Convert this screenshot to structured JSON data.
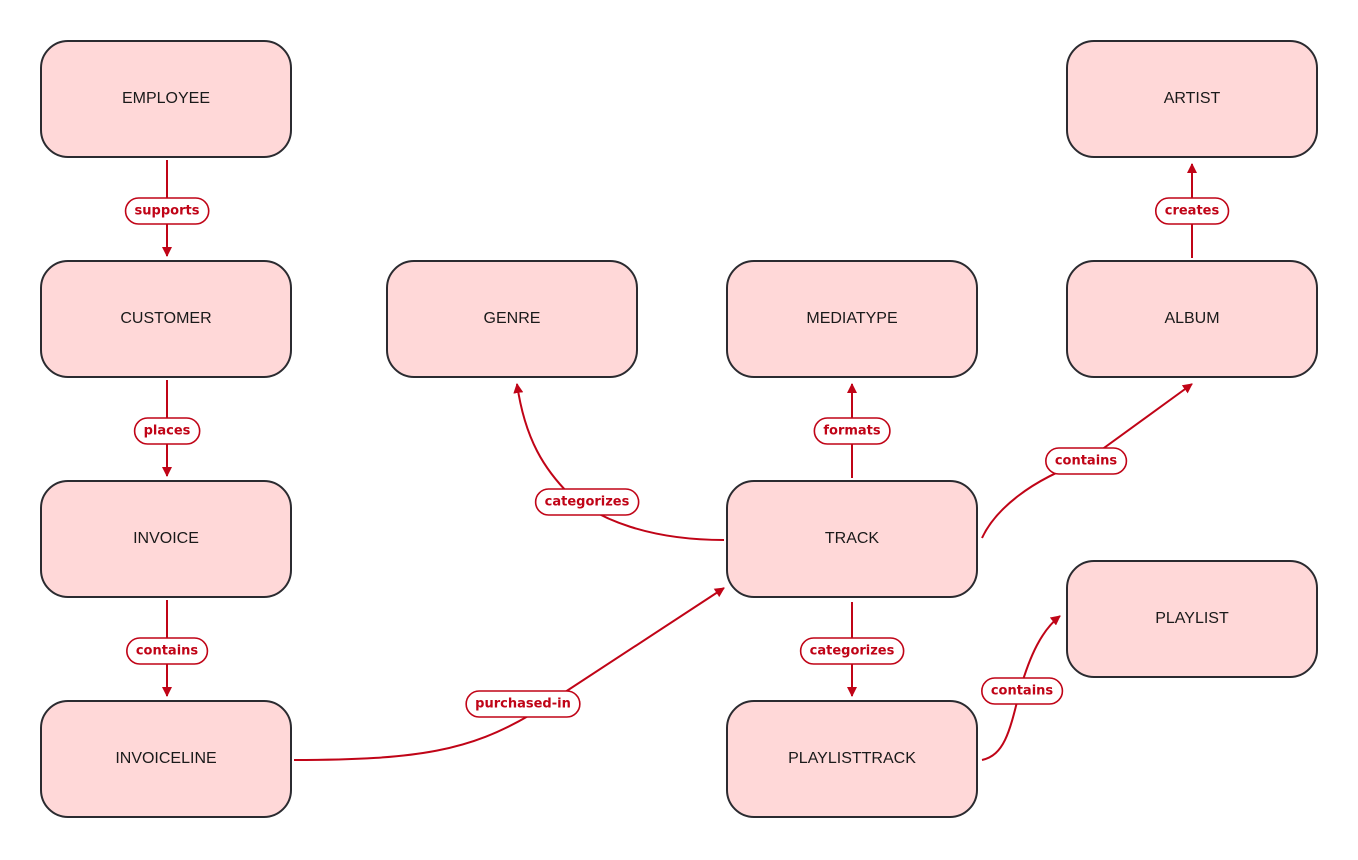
{
  "colors": {
    "node_fill": "#ffd8d8",
    "node_border": "#2b2b30",
    "edge": "#c00417",
    "label_text": "#c00417"
  },
  "nodes": {
    "employee": "EMPLOYEE",
    "customer": "CUSTOMER",
    "invoice": "INVOICE",
    "invoiceline": "INVOICELINE",
    "genre": "GENRE",
    "mediatype": "MEDIATYPE",
    "track": "TRACK",
    "playlisttrack": "PLAYLISTTRACK",
    "artist": "ARTIST",
    "album": "ALBUM",
    "playlist": "PLAYLIST"
  },
  "edges": [
    {
      "id": "employee-customer",
      "from": "employee",
      "to": "customer",
      "label": "supports"
    },
    {
      "id": "customer-invoice",
      "from": "customer",
      "to": "invoice",
      "label": "places"
    },
    {
      "id": "invoice-invoiceline",
      "from": "invoice",
      "to": "invoiceline",
      "label": "contains"
    },
    {
      "id": "invoiceline-track",
      "from": "invoiceline",
      "to": "track",
      "label": "purchased-in"
    },
    {
      "id": "track-genre",
      "from": "track",
      "to": "genre",
      "label": "categorizes"
    },
    {
      "id": "track-mediatype",
      "from": "track",
      "to": "mediatype",
      "label": "formats"
    },
    {
      "id": "track-album",
      "from": "track",
      "to": "album",
      "label": "contains"
    },
    {
      "id": "album-artist",
      "from": "album",
      "to": "artist",
      "label": "creates"
    },
    {
      "id": "track-playlisttrack",
      "from": "track",
      "to": "playlisttrack",
      "label": "categorizes"
    },
    {
      "id": "playlisttrack-playlist",
      "from": "playlisttrack",
      "to": "playlist",
      "label": "contains"
    }
  ]
}
